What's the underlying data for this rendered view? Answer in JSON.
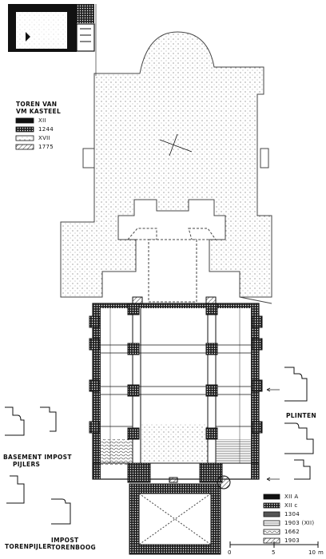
{
  "legend_top": {
    "title": [
      "TOREN VAN",
      "VM KASTEEL"
    ],
    "items": [
      "XII",
      "1244",
      "XVII",
      "1775"
    ]
  },
  "legend_bottom": {
    "items": [
      "XII A",
      "XII c",
      "1304",
      "1903 (XII)",
      "1662",
      "1903"
    ]
  },
  "labels": {
    "basement_impost": "BASEMENT IMPOST",
    "pijlers": "PIJLERS",
    "plinten": "PLINTEN",
    "torenpijler": "TORENPIJLER",
    "impost_torenboog": [
      "IMPOST",
      "TORENBOOG"
    ]
  },
  "scale": {
    "ticks": [
      "0",
      "5",
      "10"
    ],
    "unit": "m"
  }
}
